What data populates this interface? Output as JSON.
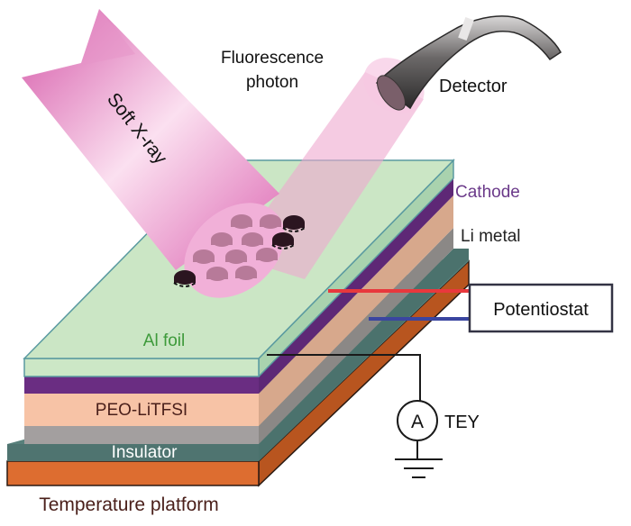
{
  "labels": {
    "soft_xray": "Soft X-ray",
    "fluorescence_line1": "Fluorescence",
    "fluorescence_line2": "photon",
    "detector": "Detector",
    "cathode": "Cathode",
    "li_metal": "Li metal",
    "potentiostat": "Potentiostat",
    "al_foil": "Al foil",
    "peo_litfsi": "PEO-LiTFSI",
    "ammeter_symbol": "A",
    "tey": "TEY",
    "insulator": "Insulator",
    "temperature_platform": "Temperature platform"
  },
  "colors": {
    "al_foil": "#c8e6c4",
    "al_foil_edge": "#5a9aa0",
    "cathode": "#6a2d82",
    "peo_litfsi": "#f7c3a6",
    "li_metal": "#9e9a9a",
    "insulator": "#4f7470",
    "platform": "#d9692e",
    "xray": "#ea9fcf",
    "fluorescence": "#f2b5d6",
    "red_wire": "#e8383d",
    "blue_wire": "#3a45a0",
    "cathode_text": "#6b3a8a",
    "al_foil_text": "#3d9a3a",
    "dark_text": "#4a1f1a"
  }
}
